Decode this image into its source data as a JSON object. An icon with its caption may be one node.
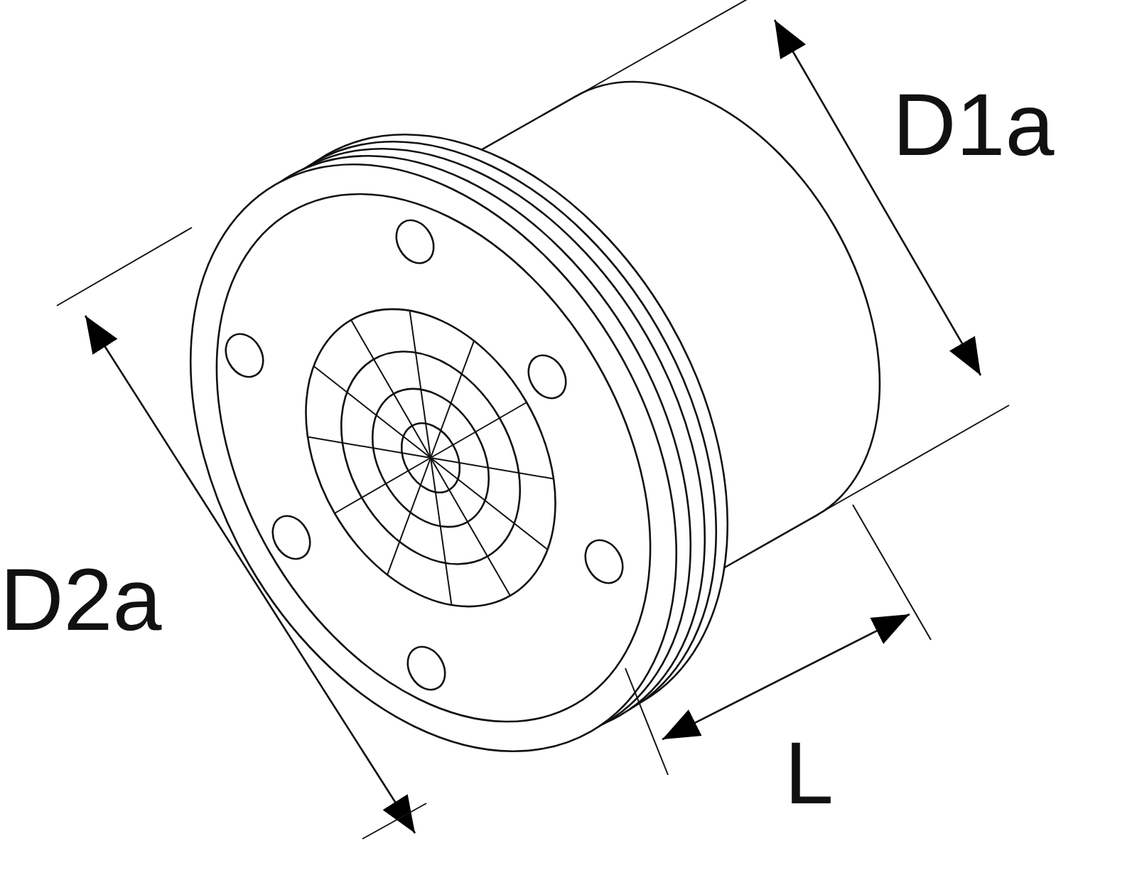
{
  "diagram": {
    "labels": [
      "D1a",
      "D2a",
      "L"
    ]
  }
}
